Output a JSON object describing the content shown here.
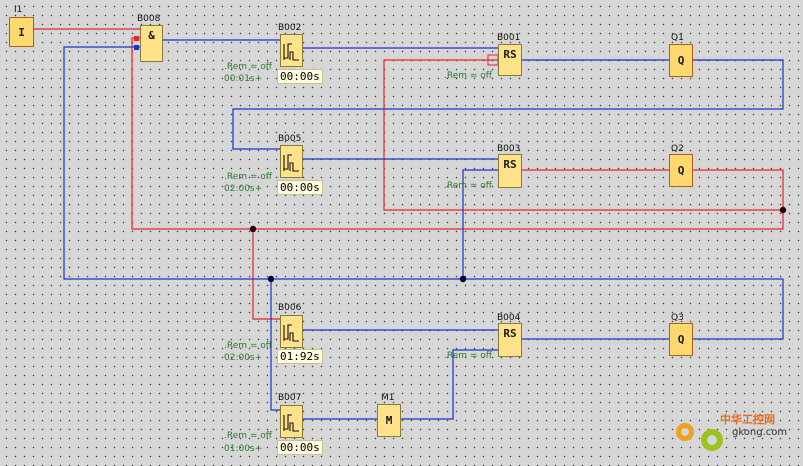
{
  "blocks": {
    "I1": {
      "name": "I1",
      "symbol": "I"
    },
    "B008": {
      "name": "B008",
      "symbol": "&"
    },
    "B002": {
      "name": "B002",
      "param1": ".Rem = off",
      "param2": "00:01s+",
      "time": "00:00s"
    },
    "B005": {
      "name": "B005",
      "param1": ".Rem = off",
      "param2": "02:00s+",
      "time": "00:00s"
    },
    "B006": {
      "name": "B006",
      "param1": ".Rem = off",
      "param2": "02:00s+",
      "time": "01:92s"
    },
    "B007": {
      "name": "B007",
      "param1": ".Rem = off",
      "param2": "01:00s+",
      "time": "00:00s"
    },
    "B001": {
      "name": "B001",
      "symbol": "RS",
      "param": ".Rem = off"
    },
    "B003": {
      "name": "B003",
      "symbol": "RS",
      "param": ".Rem = off"
    },
    "B004": {
      "name": "B004",
      "symbol": "RS",
      "param": ".Rem = off"
    },
    "Q1": {
      "name": "Q1",
      "symbol": "Q"
    },
    "Q2": {
      "name": "Q2",
      "symbol": "Q"
    },
    "Q3": {
      "name": "Q3",
      "symbol": "Q"
    },
    "M1": {
      "name": "M1",
      "symbol": "M"
    }
  },
  "colors": {
    "active_wire": "#e8252a",
    "inactive_wire": "#1a33cc",
    "junction": "#000033",
    "block_fill": "#ffe28a"
  },
  "watermark": {
    "title": "中华工控网",
    "url": "gkong.com"
  }
}
